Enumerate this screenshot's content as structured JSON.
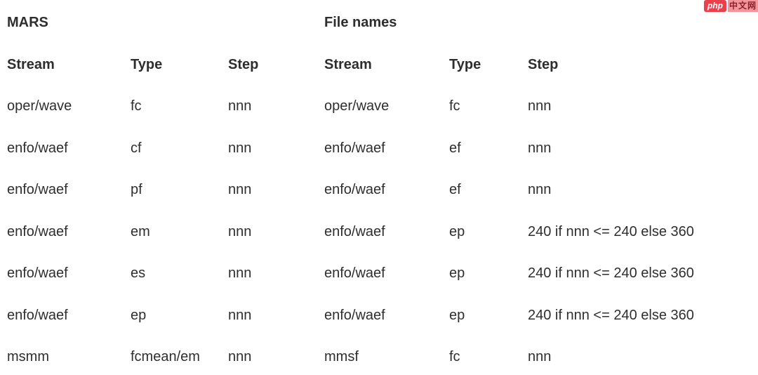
{
  "colors": {
    "text": "#2e2e2e",
    "watermark_red": "#e9404b",
    "watermark_text": "#8c1f28",
    "background": "#ffffff"
  },
  "watermark": {
    "badge": "php",
    "site": "中文网"
  },
  "tables": [
    {
      "title": "MARS",
      "headers": [
        "Stream",
        "Type",
        "Step"
      ],
      "rows": [
        [
          "oper/wave",
          "fc",
          "nnn"
        ],
        [
          "enfo/waef",
          "cf",
          "nnn"
        ],
        [
          "enfo/waef",
          "pf",
          "nnn"
        ],
        [
          "enfo/waef",
          "em",
          "nnn"
        ],
        [
          "enfo/waef",
          "es",
          "nnn"
        ],
        [
          "enfo/waef",
          "ep",
          "nnn"
        ],
        [
          "msmm",
          "fcmean/em",
          "nnn"
        ]
      ]
    },
    {
      "title": "File names",
      "headers": [
        "Stream",
        "Type",
        "Step"
      ],
      "rows": [
        [
          "oper/wave",
          "fc",
          "nnn"
        ],
        [
          "enfo/waef",
          "ef",
          "nnn"
        ],
        [
          "enfo/waef",
          "ef",
          "nnn"
        ],
        [
          "enfo/waef",
          "ep",
          "240 if nnn <= 240 else 360"
        ],
        [
          "enfo/waef",
          "ep",
          "240 if nnn <= 240 else 360"
        ],
        [
          "enfo/waef",
          "ep",
          "240 if nnn <= 240 else 360"
        ],
        [
          "mmsf",
          "fc",
          "nnn"
        ]
      ]
    }
  ]
}
